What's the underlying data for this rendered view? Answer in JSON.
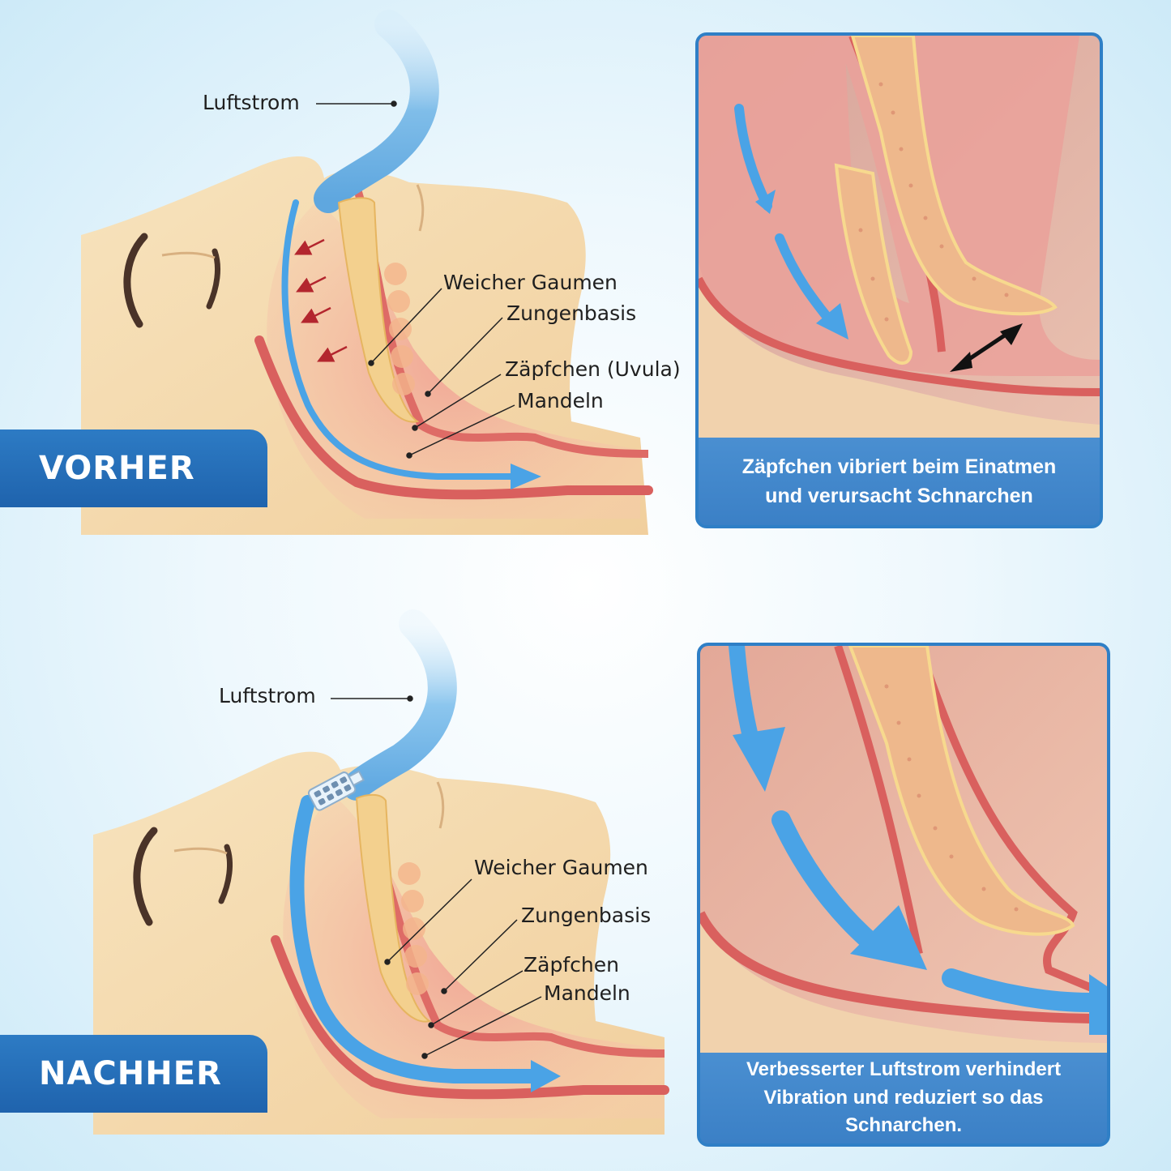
{
  "before": {
    "badge": "VORHER",
    "labels": {
      "airflow": "Luftstrom",
      "soft_palate": "Weicher Gaumen",
      "tongue_base": "Zungenbasis",
      "uvula": "Zäpfchen (Uvula)",
      "tonsils": "Mandeln"
    },
    "caption_line1": "Zäpfchen vibriert beim Einatmen",
    "caption_line2": "und verursacht Schnarchen"
  },
  "after": {
    "badge": "NACHHER",
    "labels": {
      "airflow": "Luftstrom",
      "soft_palate": "Weicher Gaumen",
      "tongue_base": "Zungenbasis",
      "uvula": "Zäpfchen",
      "tonsils": "Mandeln"
    },
    "caption_line1": "Verbesserter Luftstrom verhindert",
    "caption_line2": "Vibration und reduziert so das",
    "caption_line3": "Schnarchen."
  },
  "colors": {
    "skin": "#f6dcb0",
    "tissue": "#e8a49a",
    "tissue_dark": "#d9605e",
    "airflow": "#4aa3e6",
    "bone": "#f3d08e",
    "badge_blue": "#2a74bf"
  }
}
